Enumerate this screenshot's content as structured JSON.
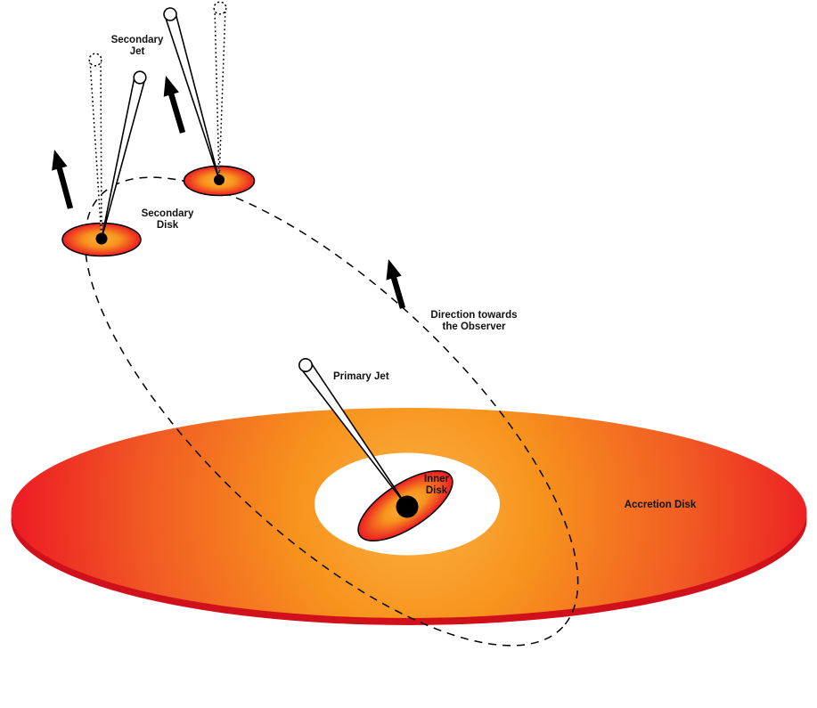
{
  "labels": {
    "secondary_jet": [
      "Secondary",
      "Jet"
    ],
    "secondary_disk": [
      "Secondary",
      "Disk"
    ],
    "direction_observer": [
      "Direction towards",
      "the Observer"
    ],
    "primary_jet": "Primary Jet",
    "inner_disk": [
      "Inner",
      "Disk"
    ],
    "accretion_disk": "Accretion Disk"
  },
  "colors": {
    "disk_center": "#FBB042",
    "disk_mid": "#F7941D",
    "disk_deep": "#F15A24",
    "disk_edge": "#EC1C24",
    "disk_rim_shadow": "#D0101B",
    "line_black": "#000000",
    "background": "#FFFFFF"
  }
}
